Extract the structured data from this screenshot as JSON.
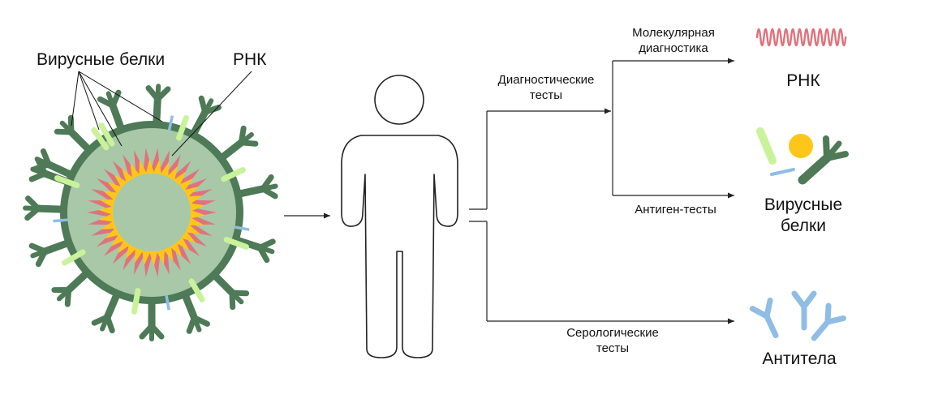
{
  "virus": {
    "proteins_label": "Вирусные белки",
    "rna_label": "РНК",
    "colors": {
      "outer": "#4e7a57",
      "inner": "#a8c8a8",
      "rna_outer": "#e0727c",
      "rna_inner": "#ffc61a",
      "green_spike": "#c9f29b",
      "blue_spike": "#8fbde6"
    }
  },
  "human": {
    "icon": "person-icon"
  },
  "tests": {
    "diagnostic": "Диагностические\nтесты",
    "molecular": "Молекулярная\nдиагностика",
    "antigen": "Антиген-тесты",
    "serological": "Серологические\nтесты"
  },
  "results": {
    "rna": "РНК",
    "proteins": "Вирусные\nбелки",
    "antibodies": "Антитела",
    "colors": {
      "wave": "#e0727c",
      "protein_bar": "#c9f29b",
      "protein_dot": "#ffc61a",
      "protein_small": "#8fbde6",
      "protein_spike": "#4e7a57",
      "antibody": "#8fbde6"
    }
  }
}
